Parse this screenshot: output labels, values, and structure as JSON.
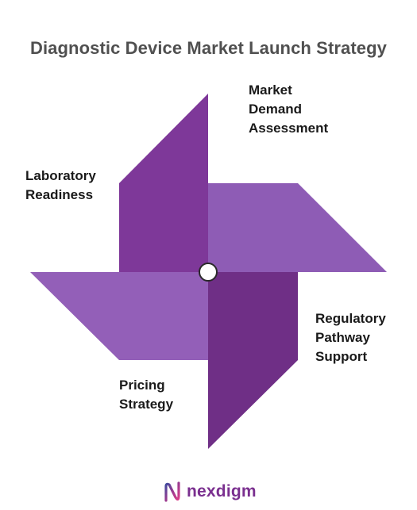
{
  "title": "Diagnostic Device Market Launch Strategy",
  "blades": [
    {
      "id": "market",
      "label_lines": [
        "Market",
        "Demand",
        "Assessment"
      ],
      "color": "#8e5cb5"
    },
    {
      "id": "lab",
      "label_lines": [
        "Laboratory",
        "Readiness"
      ],
      "color": "#7e3899"
    },
    {
      "id": "regulatory",
      "label_lines": [
        "Regulatory",
        "Pathway",
        "Support"
      ],
      "color": "#6f2f86"
    },
    {
      "id": "pricing",
      "label_lines": [
        "Pricing",
        "Strategy"
      ],
      "color": "#935fb8"
    }
  ],
  "hub_color": "#ffffff",
  "logo": {
    "text": "nexdigm",
    "color": "#7a2f8f"
  }
}
